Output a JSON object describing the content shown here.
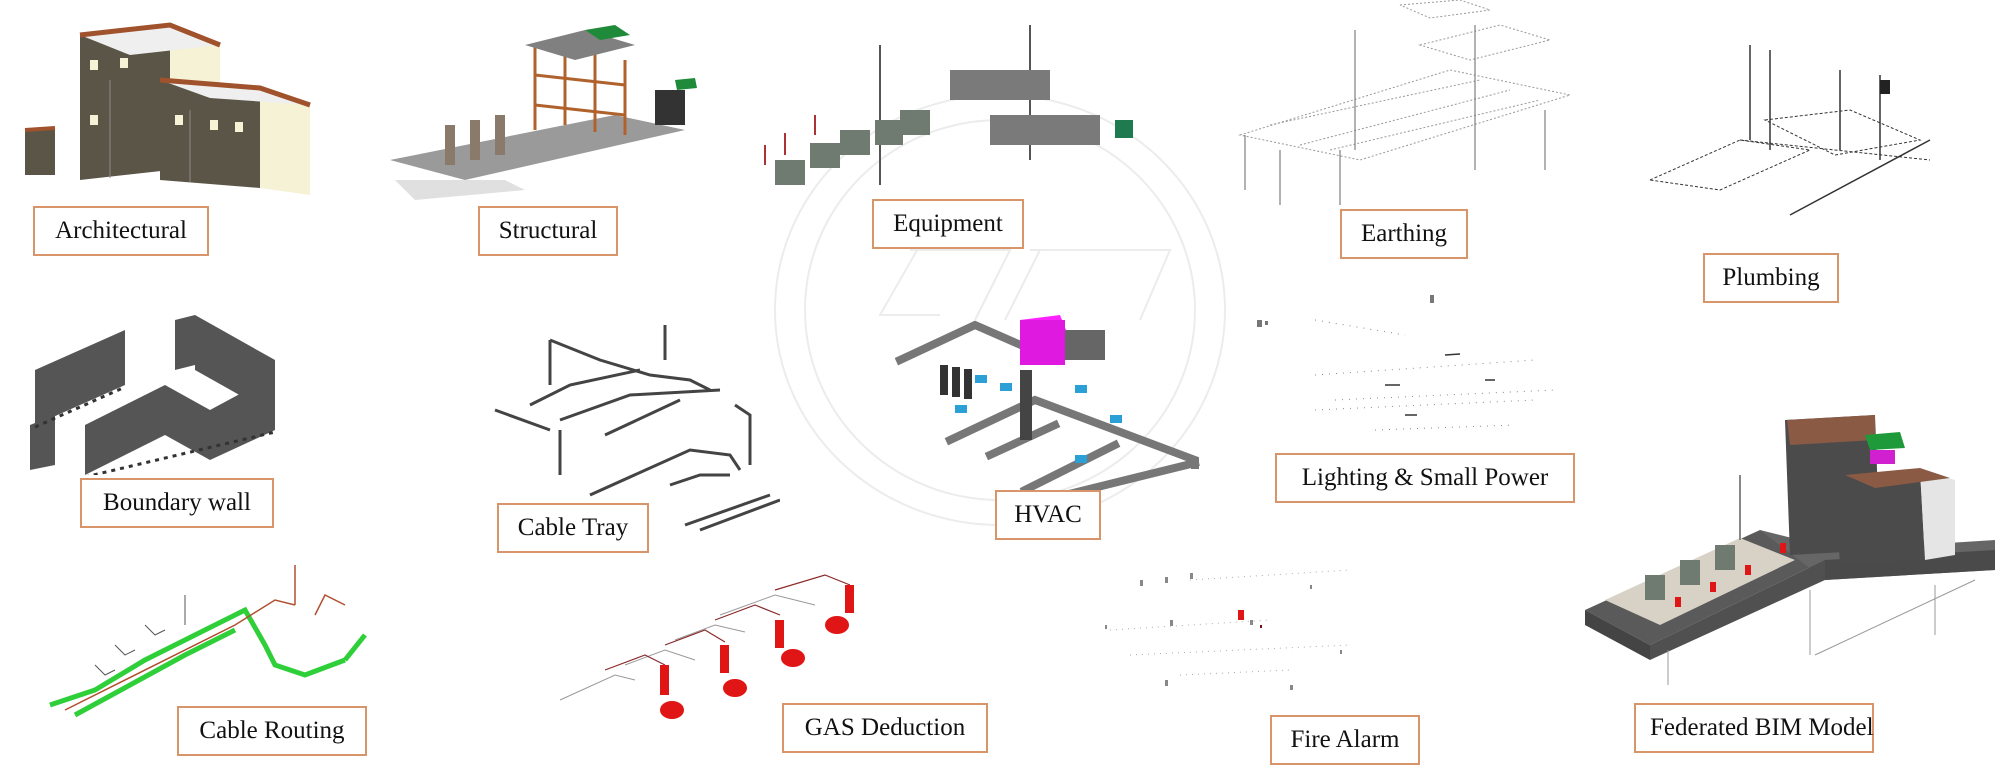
{
  "figure": {
    "title": "BIM discipline models",
    "accent_border_color": "#d9956a"
  },
  "panels": [
    {
      "id": "architectural",
      "label": "Architectural"
    },
    {
      "id": "structural",
      "label": "Structural"
    },
    {
      "id": "equipment",
      "label": "Equipment"
    },
    {
      "id": "earthing",
      "label": "Earthing"
    },
    {
      "id": "plumbing",
      "label": "Plumbing"
    },
    {
      "id": "boundary-wall",
      "label": "Boundary wall"
    },
    {
      "id": "cable-tray",
      "label": "Cable Tray"
    },
    {
      "id": "hvac",
      "label": "HVAC"
    },
    {
      "id": "lighting-small-power",
      "label": "Lighting & Small Power"
    },
    {
      "id": "cable-routing",
      "label": "Cable Routing"
    },
    {
      "id": "gas-deduction",
      "label": "GAS Deduction"
    },
    {
      "id": "fire-alarm",
      "label": "Fire Alarm"
    },
    {
      "id": "federated-bim-model",
      "label": "Federated BIM Model"
    }
  ]
}
